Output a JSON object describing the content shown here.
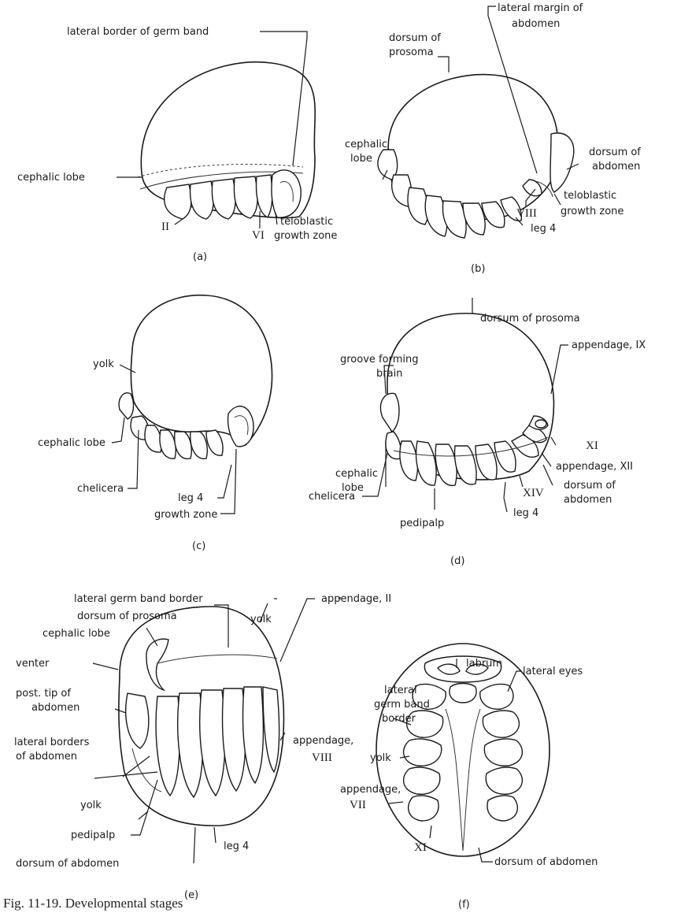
{
  "panels": {
    "a": {
      "tag": "(a)",
      "labels": {
        "lateral_border": "lateral border of germ band",
        "cephalic_lobe": "cephalic lobe",
        "ii": "II",
        "vi": "VI",
        "teloblastic_1": "teloblastic",
        "teloblastic_2": "growth zone"
      }
    },
    "b": {
      "tag": "(b)",
      "labels": {
        "lateral_margin_1": "lateral margin of",
        "lateral_margin_2": "abdomen",
        "dorsum_prosoma_1": "dorsum of",
        "dorsum_prosoma_2": "prosoma",
        "cephalic_1": "cephalic",
        "cephalic_2": "lobe",
        "dorsum_abdomen_1": "dorsum of",
        "dorsum_abdomen_2": "abdomen",
        "viii": "VIII",
        "teloblastic_1": "teloblastic",
        "teloblastic_2": "growth zone",
        "leg4": "leg 4"
      }
    },
    "c": {
      "tag": "(c)",
      "labels": {
        "yolk": "yolk",
        "cephalic_lobe": "cephalic lobe",
        "chelicera": "chelicera",
        "leg4": "leg 4",
        "growth_zone": "growth zone"
      }
    },
    "d": {
      "tag": "(d)",
      "labels": {
        "groove_1": "groove forming",
        "groove_2": "brain",
        "dorsum_prosoma": "dorsum of prosoma",
        "appendage_ix": "appendage, IX",
        "xi": "XI",
        "appendage_xii": "appendage, XII",
        "dorsum_abdomen_1": "dorsum of",
        "dorsum_abdomen_2": "abdomen",
        "xiv": "XIV",
        "leg4": "leg 4",
        "cephalic_1": "cephalic",
        "cephalic_2": "lobe",
        "chelicera": "chelicera",
        "pedipalp": "pedipalp"
      }
    },
    "e": {
      "tag": "(e)",
      "labels": {
        "lateral_germ": "lateral germ band border",
        "dorsum_prosoma": "dorsum of prosoma",
        "yolk_top": "yolk",
        "cephalic_lobe": "cephalic lobe",
        "venter": "venter",
        "post_tip_1": "post. tip of",
        "post_tip_2": "abdomen",
        "lateral_borders_1": "lateral borders",
        "lateral_borders_2": "of abdomen",
        "yolk_bottom": "yolk",
        "pedipalp": "pedipalp",
        "dorsum_abdomen": "dorsum of abdomen",
        "leg4": "leg 4",
        "appendage_ii": "appendage, II",
        "appendage_viii_1": "appendage,",
        "appendage_viii_2": "VIII"
      }
    },
    "f": {
      "tag": "(f)",
      "labels": {
        "labrum": "labrum",
        "lateral_eyes": "lateral eyes",
        "lateral_germ_1": "lateral",
        "lateral_germ_2": "germ band",
        "lateral_germ_3": "border",
        "yolk": "yolk",
        "appendage_vii_1": "appendage,",
        "appendage_vii_2": "VII",
        "xi": "XI",
        "dorsum_abdomen": "dorsum of abdomen"
      }
    }
  },
  "caption": "Fig. 11-19.  Developmental stages"
}
